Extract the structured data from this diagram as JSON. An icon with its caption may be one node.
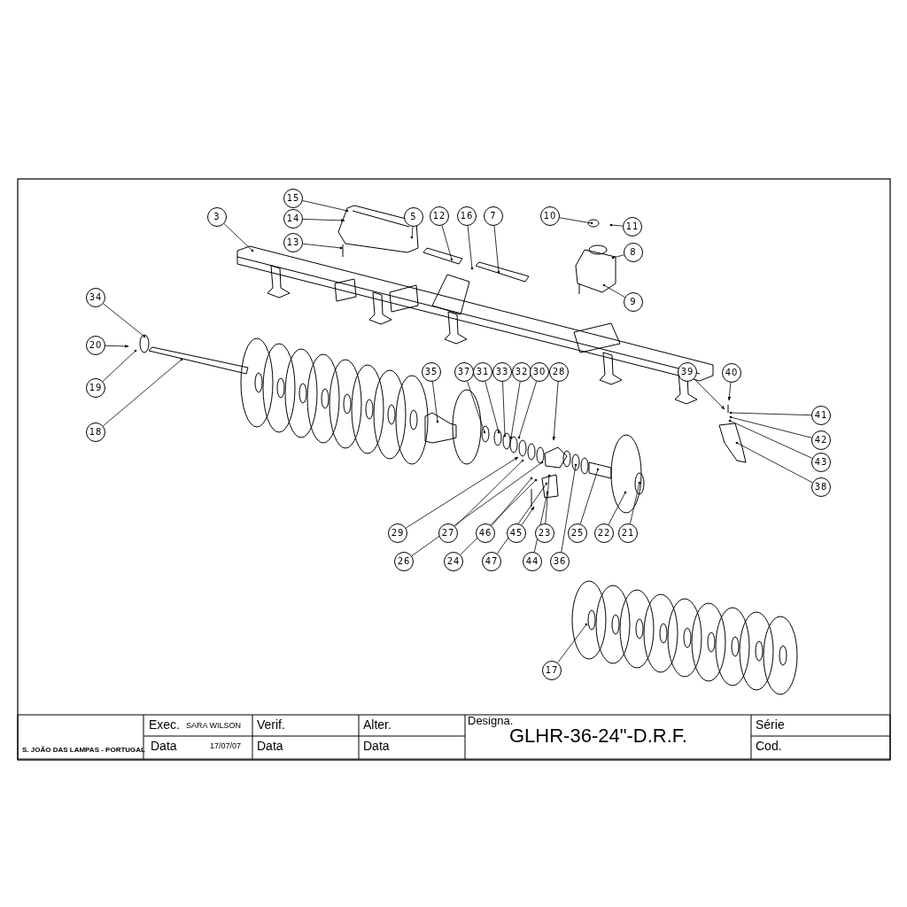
{
  "diagram": {
    "nodes": [
      {
        "text": [
          "3"
        ]
      },
      {
        "text": [
          "15"
        ]
      },
      {
        "text": [
          "14"
        ]
      },
      {
        "text": [
          "13"
        ]
      },
      {
        "text": [
          "5"
        ]
      },
      {
        "text": [
          "12"
        ]
      },
      {
        "text": [
          "16"
        ]
      },
      {
        "text": [
          "7"
        ]
      },
      {
        "text": [
          "10"
        ]
      },
      {
        "text": [
          "11"
        ]
      },
      {
        "text": [
          "8"
        ]
      },
      {
        "text": [
          "9"
        ]
      },
      {
        "text": [
          "34"
        ]
      },
      {
        "text": [
          "20"
        ]
      },
      {
        "text": [
          "19"
        ]
      },
      {
        "text": [
          "18"
        ]
      },
      {
        "text": [
          "35"
        ]
      },
      {
        "text": [
          "37"
        ]
      },
      {
        "text": [
          "31"
        ]
      },
      {
        "text": [
          "33"
        ]
      },
      {
        "text": [
          "32"
        ]
      },
      {
        "text": [
          "30"
        ]
      },
      {
        "text": [
          "28"
        ]
      },
      {
        "text": [
          "39"
        ]
      },
      {
        "text": [
          "40"
        ]
      },
      {
        "text": [
          "41"
        ]
      },
      {
        "text": [
          "42"
        ]
      },
      {
        "text": [
          "43"
        ]
      },
      {
        "text": [
          "38"
        ]
      },
      {
        "text": [
          "29"
        ]
      },
      {
        "text": [
          "27"
        ]
      },
      {
        "text": [
          "46"
        ]
      },
      {
        "text": [
          "45"
        ]
      },
      {
        "text": [
          "23"
        ]
      },
      {
        "text": [
          "25"
        ]
      },
      {
        "text": [
          "22"
        ]
      },
      {
        "text": [
          "21"
        ]
      },
      {
        "text": [
          "26"
        ]
      },
      {
        "text": [
          "24"
        ]
      },
      {
        "text": [
          "47"
        ]
      },
      {
        "text": [
          "44"
        ]
      },
      {
        "text": [
          "36"
        ]
      },
      {
        "text": [
          "17"
        ]
      }
    ],
    "edges": [
      {
        "from": 0,
        "to": null,
        "arrow": "other"
      },
      {
        "from": 1,
        "to": null,
        "arrow": "other"
      },
      {
        "from": 2,
        "to": null,
        "arrow": "to"
      },
      {
        "from": 3,
        "to": null,
        "arrow": "other"
      },
      {
        "from": 4,
        "to": null,
        "arrow": "other"
      },
      {
        "from": 5,
        "to": null,
        "arrow": "other"
      },
      {
        "from": 6,
        "to": null,
        "arrow": "other"
      },
      {
        "from": 7,
        "to": null,
        "arrow": "other"
      },
      {
        "from": 8,
        "to": null,
        "arrow": "other"
      },
      {
        "from": 9,
        "to": null,
        "arrow": "other"
      },
      {
        "from": 10,
        "to": null,
        "arrow": "other"
      },
      {
        "from": 11,
        "to": null,
        "arrow": "other"
      },
      {
        "from": 12,
        "to": null,
        "arrow": "other"
      },
      {
        "from": 13,
        "to": null,
        "arrow": "to"
      },
      {
        "from": 14,
        "to": null,
        "arrow": "other"
      },
      {
        "from": 15,
        "to": null,
        "arrow": "other"
      },
      {
        "from": 16,
        "to": null,
        "arrow": "other"
      },
      {
        "from": 17,
        "to": null,
        "arrow": "other"
      },
      {
        "from": 18,
        "to": null,
        "arrow": "other"
      },
      {
        "from": 19,
        "to": null,
        "arrow": "other"
      },
      {
        "from": 20,
        "to": null,
        "arrow": "other"
      },
      {
        "from": 21,
        "to": null,
        "arrow": "other"
      },
      {
        "from": 22,
        "to": null,
        "arrow": "to"
      },
      {
        "from": 23,
        "to": null,
        "arrow": "to"
      },
      {
        "from": 24,
        "to": null,
        "arrow": "to"
      },
      {
        "from": 25,
        "to": null,
        "arrow": "other"
      },
      {
        "from": 26,
        "to": null,
        "arrow": "other"
      },
      {
        "from": 27,
        "to": null,
        "arrow": "other"
      },
      {
        "from": 28,
        "to": null,
        "arrow": "other"
      },
      {
        "from": 29,
        "to": null,
        "arrow": "to"
      },
      {
        "from": 30,
        "to": null,
        "arrow": "other"
      },
      {
        "from": 31,
        "to": null,
        "arrow": "other"
      },
      {
        "from": 32,
        "to": null,
        "arrow": "to"
      },
      {
        "from": 33,
        "to": null,
        "arrow": "other"
      },
      {
        "from": 34,
        "to": null,
        "arrow": "other"
      },
      {
        "from": 35,
        "to": null,
        "arrow": "other"
      },
      {
        "from": 36,
        "to": null,
        "arrow": "other"
      },
      {
        "from": 37,
        "to": null,
        "arrow": "other"
      },
      {
        "from": 38,
        "to": null,
        "arrow": "other"
      },
      {
        "from": 39,
        "to": null,
        "arrow": "other"
      },
      {
        "from": 40,
        "to": null,
        "arrow": "other"
      },
      {
        "from": 41,
        "to": null,
        "arrow": "other"
      },
      {
        "from": 42,
        "to": null,
        "arrow": "other"
      }
    ],
    "labels": [
      "S. JOÃO DAS LAMPAS - PORTUGAL",
      "Exec.",
      "SARA WILSON",
      "Verif.",
      "Alter.",
      "Designa.",
      "GLHR-36-24\"-D.R.F.",
      "Série",
      "Data",
      "17/07/07",
      "Data",
      "Data",
      "Cod."
    ]
  }
}
